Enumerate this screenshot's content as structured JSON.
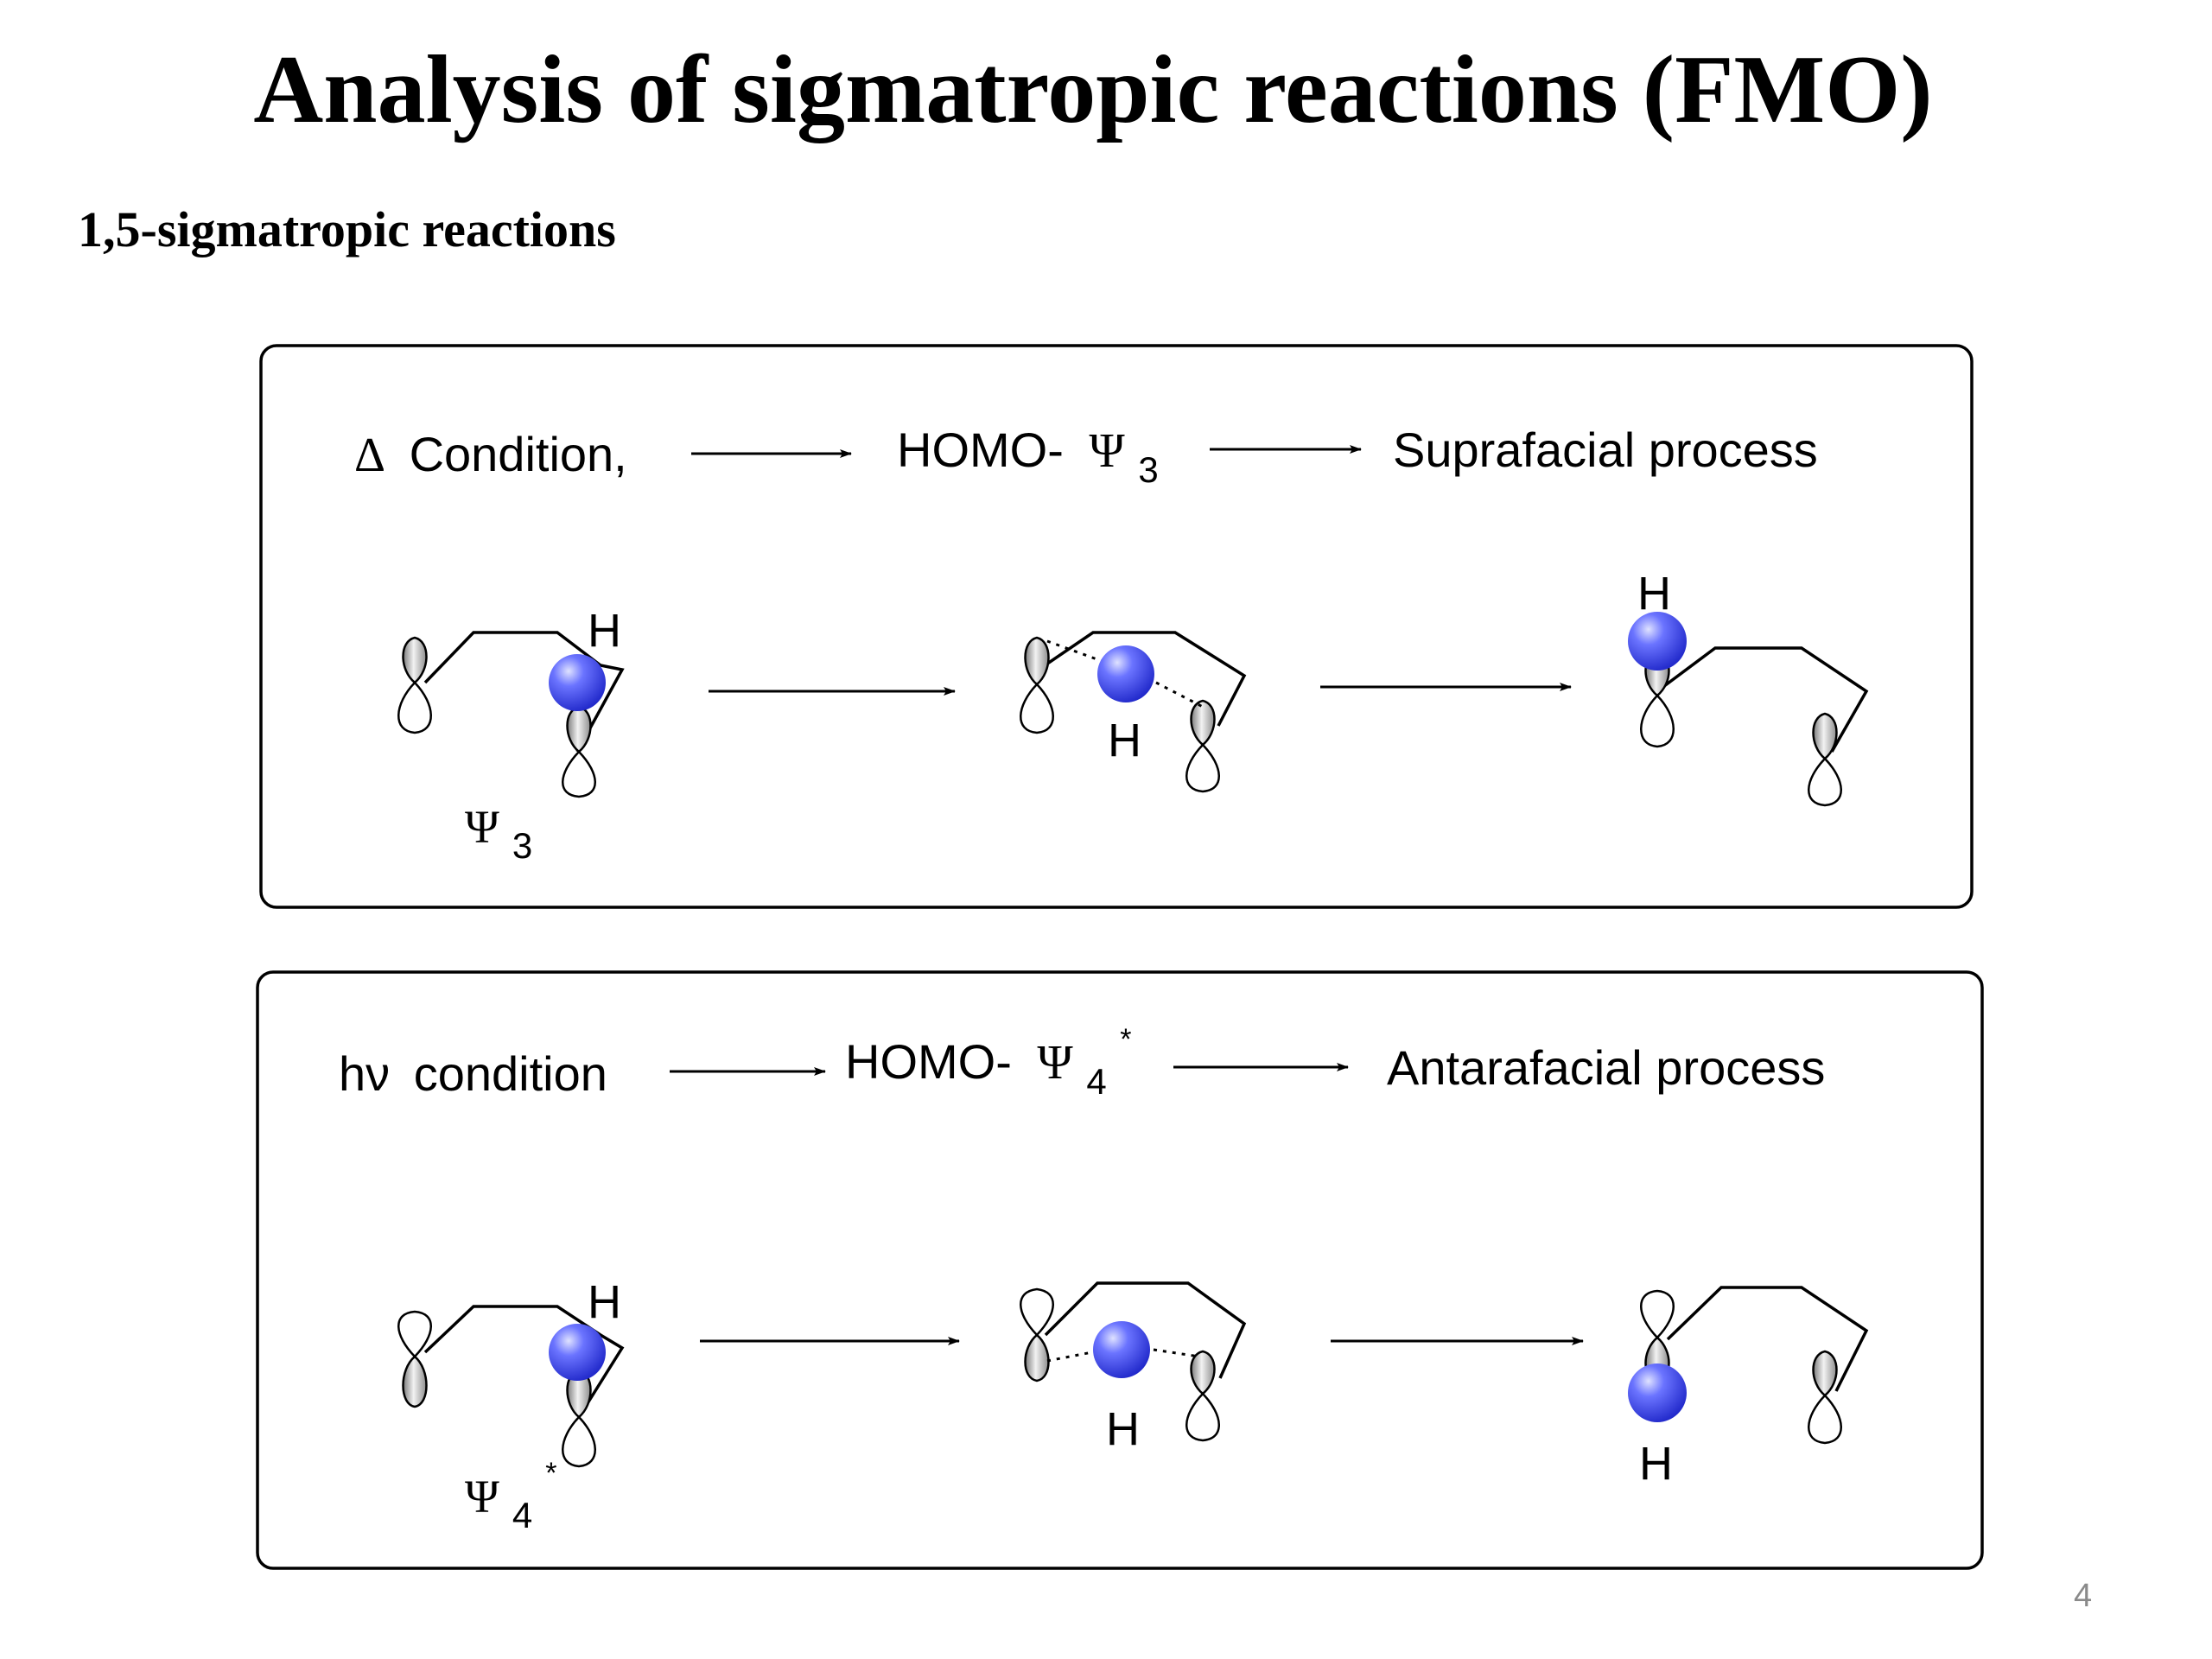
{
  "slide": {
    "title": "Analysis of sigmatropic reactions (FMO)",
    "section_heading": "1,5-sigmatropic reactions",
    "page_number": "4"
  },
  "panels": [
    {
      "condition_symbol": "Δ",
      "condition_label": "Condition,",
      "homo_prefix": "HOMO-",
      "orbital_symbol": "Ψ",
      "orbital_subscript": "3",
      "orbital_superscript": "",
      "process": "Suprafacial process",
      "orbital_caption_symbol": "Ψ",
      "orbital_caption_subscript": "3",
      "orbital_caption_superscript": "",
      "h_label": "H"
    },
    {
      "condition_symbol": "hν",
      "condition_label": "condition",
      "homo_prefix": "HOMO-",
      "orbital_symbol": "Ψ",
      "orbital_subscript": "4",
      "orbital_superscript": "*",
      "process": "Antarafacial process",
      "orbital_caption_symbol": "Ψ",
      "orbital_caption_subscript": "4",
      "orbital_caption_superscript": "*",
      "h_label": "H"
    }
  ],
  "colors": {
    "hydrogen_orbital": "#2f3be8",
    "lobe_shaded": "#b8b8b8",
    "frame": "#000000"
  }
}
